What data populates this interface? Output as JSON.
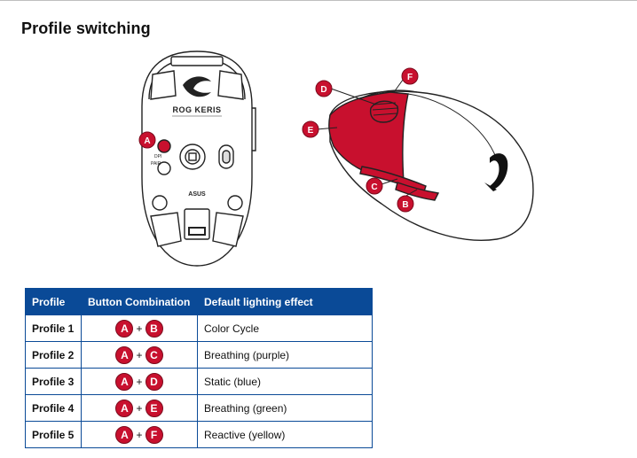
{
  "page": {
    "title": "Profile switching"
  },
  "labels": {
    "A": "A",
    "B": "B",
    "C": "C",
    "D": "D",
    "E": "E",
    "F": "F"
  },
  "mouse_bottom": {
    "brand_line1": "ROG KERIS",
    "button_dpi": "DPI",
    "button_pair": "PAIR",
    "logo": "ASUS"
  },
  "table": {
    "headers": [
      "Profile",
      "Button Combination",
      "Default lighting effect"
    ],
    "rows": [
      {
        "profile": "Profile 1",
        "key1": "A",
        "key2": "B",
        "effect": "Color Cycle"
      },
      {
        "profile": "Profile 2",
        "key1": "A",
        "key2": "C",
        "effect": "Breathing (purple)"
      },
      {
        "profile": "Profile 3",
        "key1": "A",
        "key2": "D",
        "effect": "Static (blue)"
      },
      {
        "profile": "Profile 4",
        "key1": "A",
        "key2": "E",
        "effect": "Breathing (green)"
      },
      {
        "profile": "Profile 5",
        "key1": "A",
        "key2": "F",
        "effect": "Reactive (yellow)"
      }
    ],
    "plus": "+"
  },
  "colors": {
    "accent_red": "#c8102e",
    "header_blue": "#0a4a97"
  }
}
